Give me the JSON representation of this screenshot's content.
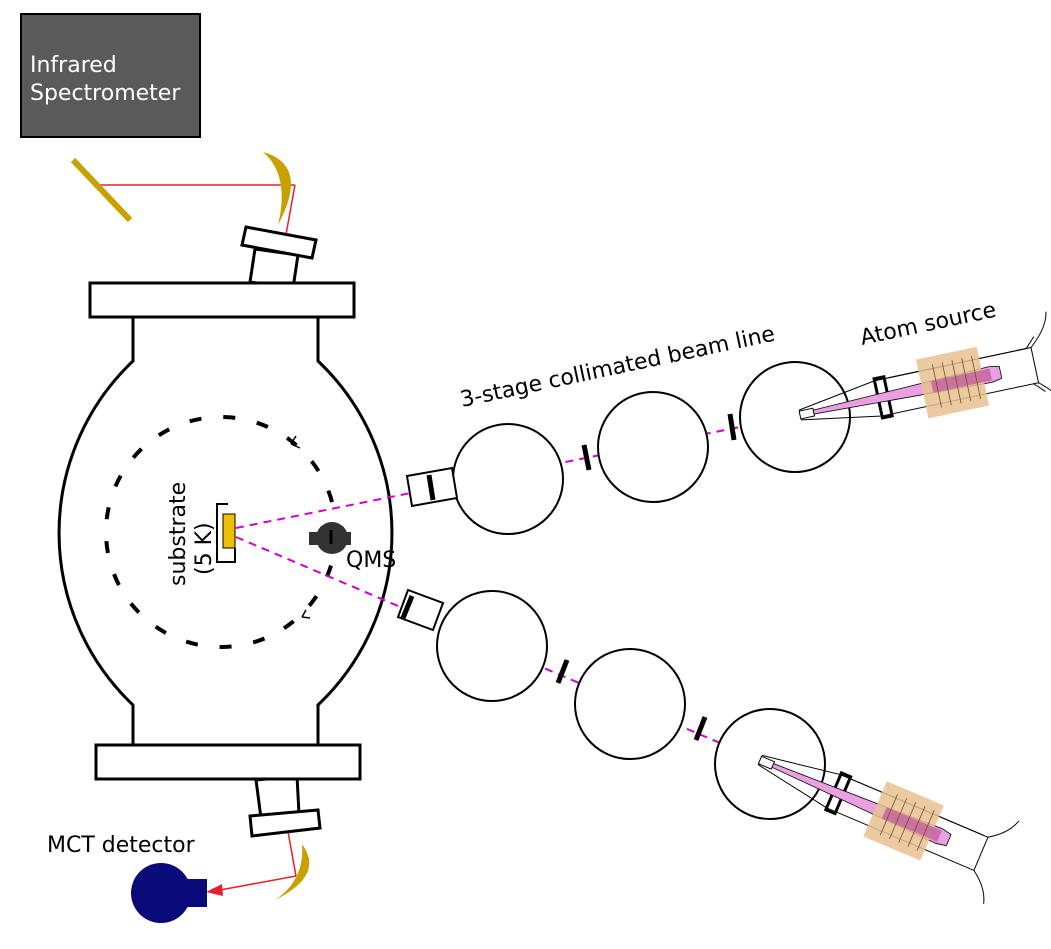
{
  "labels": {
    "spectrometer_line1": "Infrared",
    "spectrometer_line2": "Spectrometer",
    "beam_line": "3-stage collimated beam line",
    "atom_source": "Atom source",
    "substrate_line1": "substrate",
    "substrate_line2": "(5 K)",
    "qms": "QMS",
    "mct_detector": "MCT detector"
  },
  "colors": {
    "spectrometer": "#5a5a5a",
    "mirror": "#c8a000",
    "ir_beam": "#e8202a",
    "atom_beam": "#d000d0",
    "detector": "#0a0a7a",
    "substrate": "#f0c000",
    "qms": "#333333",
    "source_heater": "#e8c090",
    "source_tube": "#e8a0e0"
  }
}
